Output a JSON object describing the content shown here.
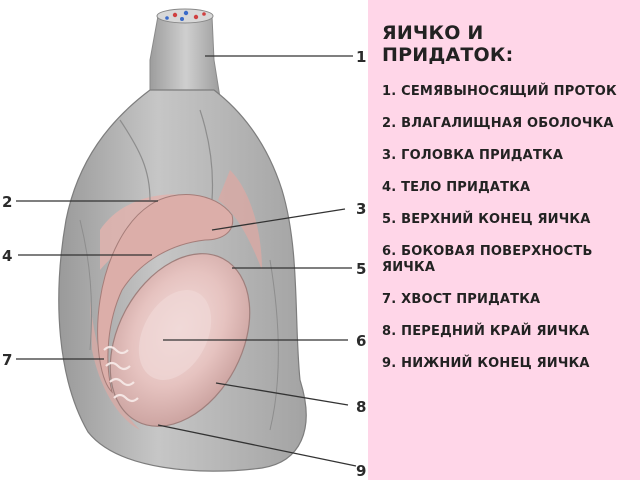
{
  "legend": {
    "title": "ЯИЧКО И ПРИДАТОК:",
    "items": [
      "1. СЕМЯВЫНОСЯЩИЙ ПРОТОК",
      "2. ВЛАГАЛИЩНАЯ ОБОЛОЧКА",
      "3. ГОЛОВКА ПРИДАТКА",
      "4. ТЕЛО ПРИДАТКА",
      "5. ВЕРХНИЙ КОНЕЦ ЯИЧКА",
      "6. БОКОВАЯ ПОВЕРХНОСТЬ ЯИЧКА",
      "7. ХВОСТ ПРИДАТКА",
      "8. ПЕРЕДНИЙ КРАЙ ЯИЧКА",
      "9. НИЖНИЙ КОНЕЦ ЯИЧКА"
    ]
  },
  "callouts": [
    "1",
    "2",
    "3",
    "4",
    "5",
    "6",
    "7",
    "8",
    "9"
  ],
  "colors": {
    "panel_background": "#ffd6e8",
    "tissue_gray": "#b9b9b9",
    "tissue_pink": "#e8b9b4",
    "testis": "#e6c3c0"
  }
}
